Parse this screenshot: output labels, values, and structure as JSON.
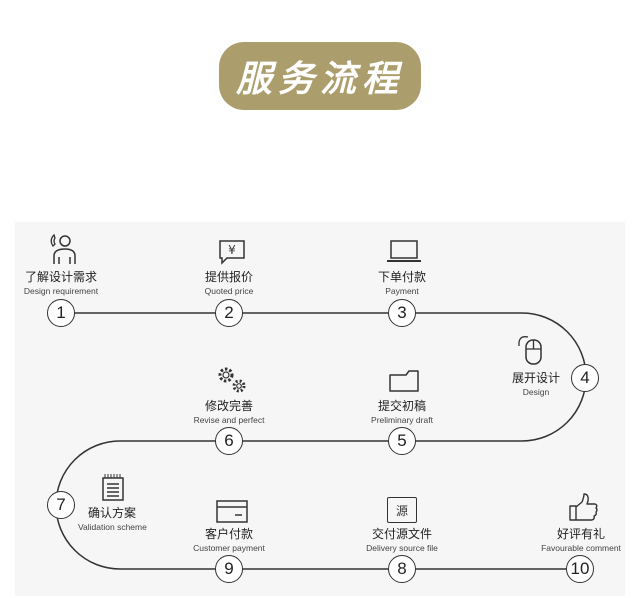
{
  "title": "服务流程",
  "steps": [
    {
      "num": "1",
      "title": "了解设计需求",
      "subtitle": "Design requirement",
      "icon": "person-phone-icon"
    },
    {
      "num": "2",
      "title": "提供报价",
      "subtitle": "Quoted price",
      "icon": "yuan-speech-bubble-icon"
    },
    {
      "num": "3",
      "title": "下单付款",
      "subtitle": "Payment",
      "icon": "laptop-icon"
    },
    {
      "num": "4",
      "title": "展开设计",
      "subtitle": "Design",
      "icon": "mouse-icon"
    },
    {
      "num": "5",
      "title": "提交初稿",
      "subtitle": "Preliminary draft",
      "icon": "folder-icon"
    },
    {
      "num": "6",
      "title": "修改完善",
      "subtitle": "Revise and perfect",
      "icon": "gears-icon"
    },
    {
      "num": "7",
      "title": "确认方案",
      "subtitle": "Validation scheme",
      "icon": "notepad-icon"
    },
    {
      "num": "8",
      "title": "交付源文件",
      "subtitle": "Delivery source file",
      "icon": "source-file-icon",
      "icon_text": "源"
    },
    {
      "num": "9",
      "title": "客户付款",
      "subtitle": "Customer payment",
      "icon": "credit-card-icon"
    },
    {
      "num": "10",
      "title": "好评有礼",
      "subtitle": "Favourable comment",
      "icon": "thumbs-up-icon"
    }
  ]
}
